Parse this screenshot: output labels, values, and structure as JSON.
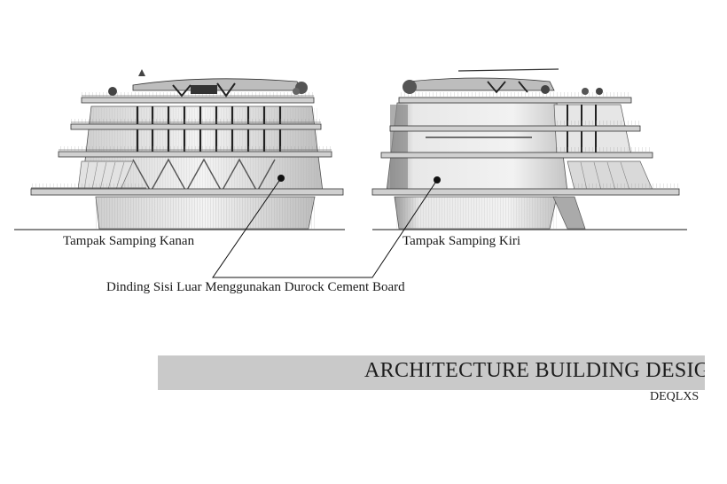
{
  "views": {
    "right_label": "Tampak Samping Kanan",
    "left_label": "Tampak Samping Kiri"
  },
  "callout": {
    "text": "Dinding Sisi Luar Menggunakan Durock Cement Board"
  },
  "title_block": {
    "title": "ARCHITECTURE BUILDING DESIGN",
    "subtitle": "DEQLXS"
  },
  "colors": {
    "band": "#c9c9c9",
    "ink": "#1a1a1a"
  }
}
